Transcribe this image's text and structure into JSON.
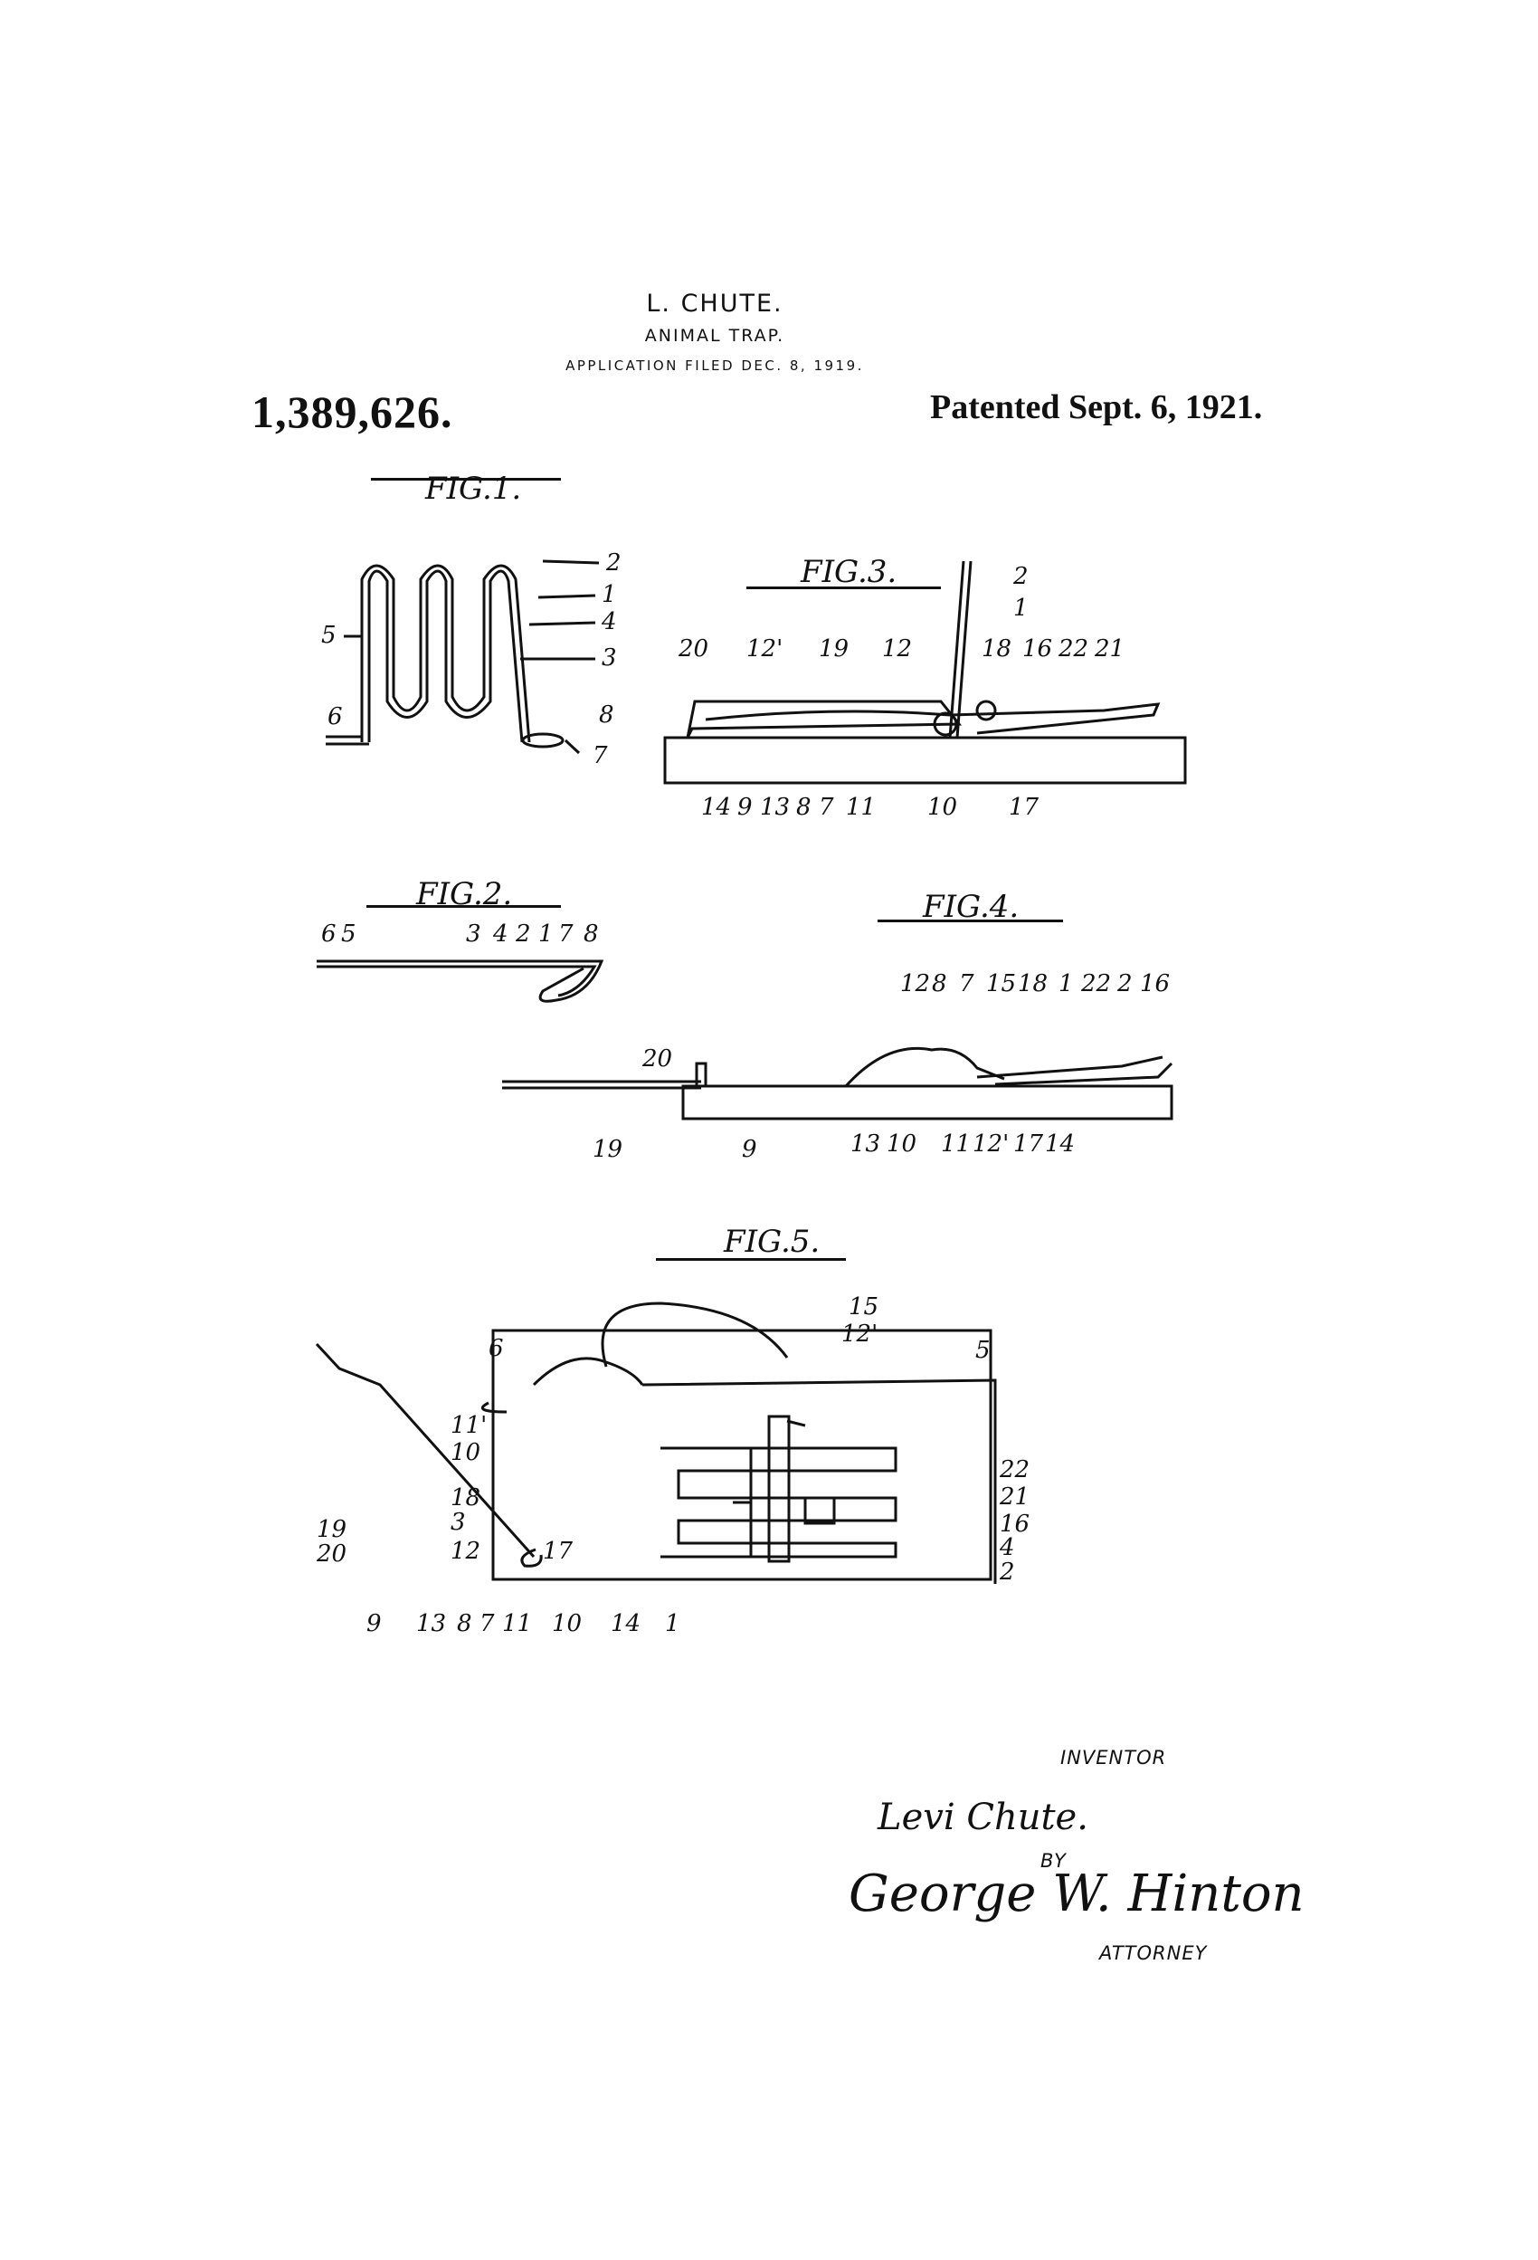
{
  "header": {
    "inventor": "L. CHUTE.",
    "title": "ANIMAL TRAP.",
    "application": "APPLICATION FILED DEC. 8, 1919."
  },
  "patent_number": "1,389,626.",
  "patent_date": "Patented Sept. 6, 1921.",
  "figures": {
    "fig1": {
      "title": "FIG.1.",
      "labels": [
        "2",
        "1",
        "4",
        "3",
        "5",
        "6",
        "8",
        "7"
      ]
    },
    "fig2": {
      "title": "FIG.2.",
      "labels": [
        "6",
        "5",
        "3",
        "4",
        "2",
        "1",
        "7",
        "8"
      ]
    },
    "fig3": {
      "title": "FIG.3.",
      "labels": [
        "2",
        "1",
        "20",
        "12'",
        "19",
        "12",
        "18",
        "16",
        "22",
        "21",
        "14",
        "9",
        "13",
        "8",
        "7",
        "11",
        "10",
        "17"
      ]
    },
    "fig4": {
      "title": "FIG.4.",
      "labels": [
        "12",
        "8",
        "7",
        "15",
        "18",
        "1",
        "22",
        "2",
        "16",
        "20",
        "19",
        "9",
        "13",
        "10",
        "11",
        "12'",
        "17",
        "14"
      ]
    },
    "fig5": {
      "title": "FIG.5.",
      "labels": [
        "15",
        "12'",
        "6",
        "5",
        "11'",
        "10",
        "22",
        "21",
        "18",
        "16",
        "3",
        "4",
        "19",
        "20",
        "12",
        "17",
        "2",
        "9",
        "13",
        "8",
        "7",
        "11",
        "10",
        "14",
        "1"
      ]
    }
  },
  "signature": {
    "inventor_caption": "INVENTOR",
    "inventor_signature": "Levi Chute.",
    "by": "BY",
    "attorney_signature": "George W. Hinton",
    "attorney_caption": "ATTORNEY"
  }
}
